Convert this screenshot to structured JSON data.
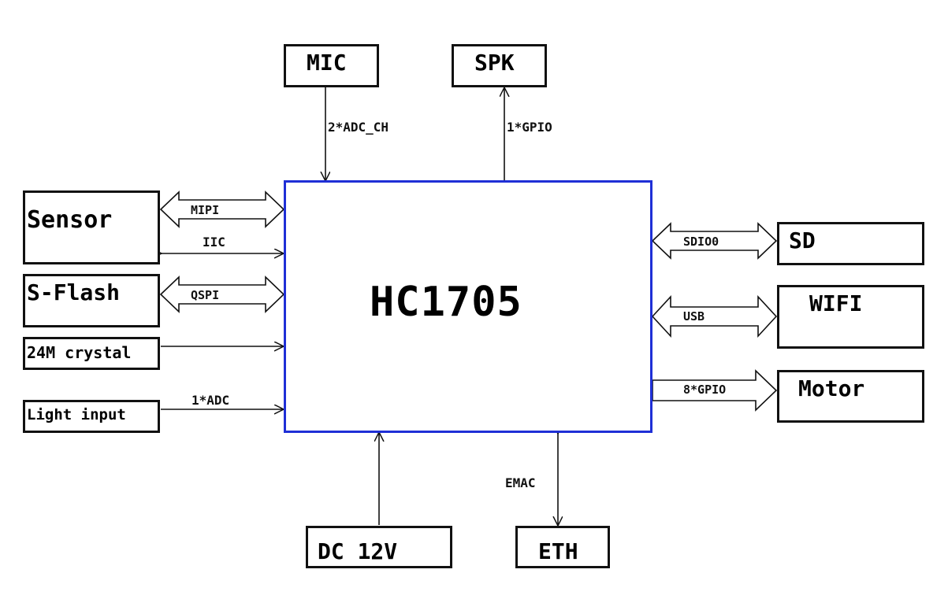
{
  "diagram": {
    "chip": {
      "label": "HC1705",
      "border_color": "#1f2fd6"
    },
    "blocks": {
      "mic": "MIC",
      "spk": "SPK",
      "sensor": "Sensor",
      "sflash": "S-Flash",
      "crystal": "24M crystal",
      "light": "Light input",
      "sd": "SD",
      "wifi": "WIFI",
      "motor": "Motor",
      "dc": "DC 12V",
      "eth": "ETH"
    },
    "links": {
      "mic": "2*ADC_CH",
      "spk": "1*GPIO",
      "mipi": "MIPI",
      "iic": "IIC",
      "qspi": "QSPI",
      "adc": "1*ADC",
      "sdio": "SDIO0",
      "usb": "USB",
      "gpio8": "8*GPIO",
      "emac": "EMAC"
    },
    "line_color": "#111111",
    "accent_color": "#1f2fd6"
  }
}
